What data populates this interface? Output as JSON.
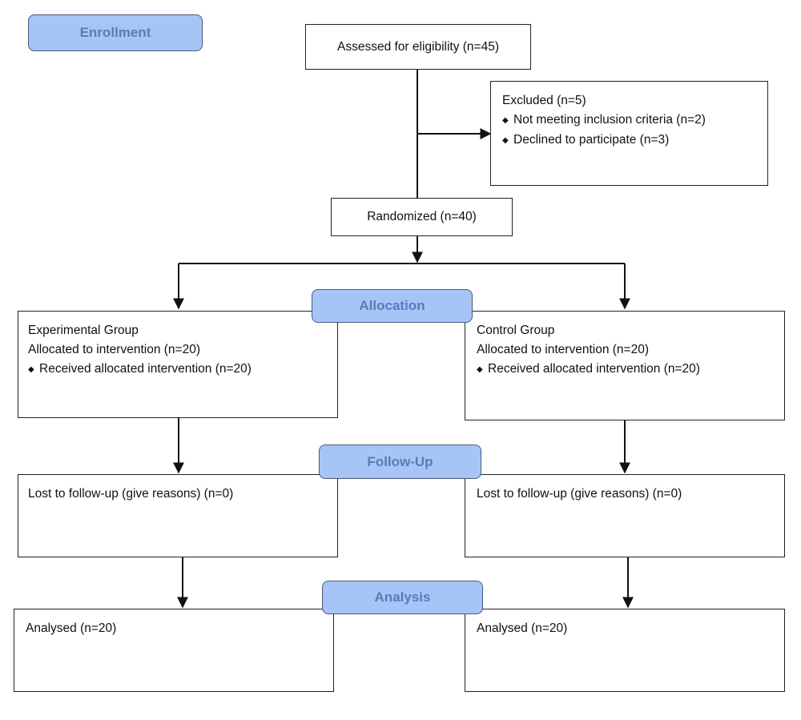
{
  "stages": {
    "enrollment": "Enrollment",
    "allocation": "Allocation",
    "follow_up": "Follow-Up",
    "analysis": "Analysis"
  },
  "assessed": {
    "text": "Assessed for eligibility (n=45)"
  },
  "excluded": {
    "title": "Excluded (n=5)",
    "bullets": [
      "Not meeting inclusion criteria (n=2)",
      "Declined to participate (n=3)"
    ]
  },
  "randomized": {
    "text": "Randomized (n=40)"
  },
  "allocation": {
    "experimental": {
      "title": "Experimental Group",
      "allocated": "Allocated to intervention (n=20)",
      "bullet": "Received allocated intervention (n=20)"
    },
    "control": {
      "title": "Control Group",
      "allocated": "Allocated to intervention (n=20)",
      "bullet": "Received allocated intervention (n=20)"
    }
  },
  "follow_up": {
    "experimental": "Lost to follow-up (give reasons) (n=0)",
    "control": "Lost to follow-up (give reasons) (n=0)"
  },
  "analysis": {
    "experimental": "Analysed (n=20)",
    "control": "Analysed (n=20)"
  },
  "bullet_symbol": "◆"
}
